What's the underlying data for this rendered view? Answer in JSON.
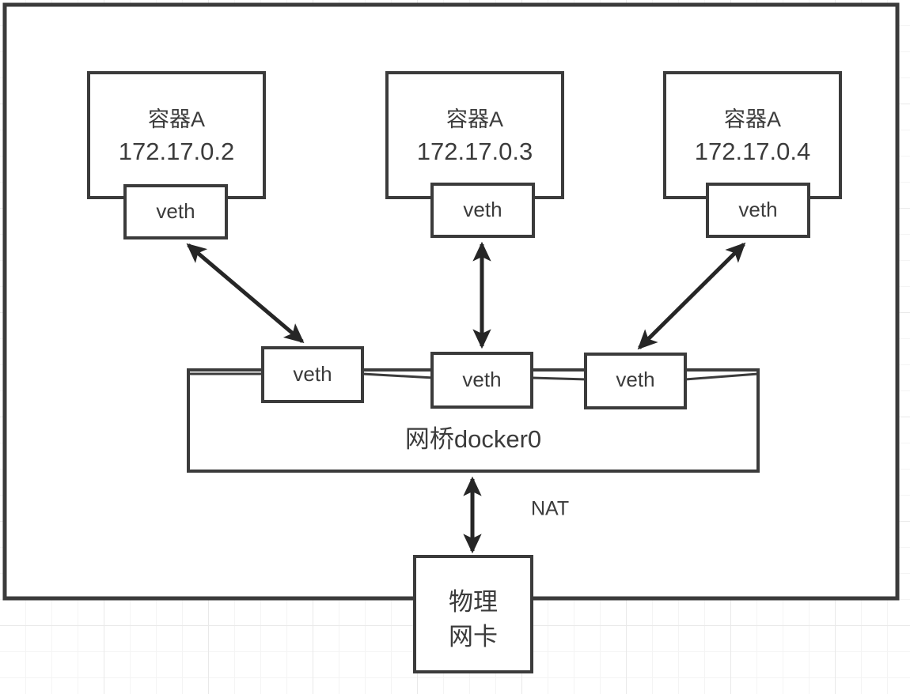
{
  "diagram": {
    "title_visible": false,
    "outer_boundary": {
      "name": "host-machine-boundary",
      "label": ""
    },
    "containers": [
      {
        "name": "container-1",
        "title": "容器A",
        "ip": "172.17.0.2",
        "veth_label": "veth"
      },
      {
        "name": "container-2",
        "title": "容器A",
        "ip": "172.17.0.3",
        "veth_label": "veth"
      },
      {
        "name": "container-3",
        "title": "容器A",
        "ip": "172.17.0.4",
        "veth_label": "veth"
      }
    ],
    "bridge": {
      "label": "网桥docker0",
      "veths": [
        {
          "label": "veth"
        },
        {
          "label": "veth"
        },
        {
          "label": "veth"
        }
      ]
    },
    "nat_label": "NAT",
    "physical_nic": {
      "line1": "物理",
      "line2": "网卡",
      "label": "物理网卡"
    },
    "colors": {
      "stroke": "#3b3b3b",
      "arrow": "#262626",
      "text": "#3b3b3b",
      "background": "#ffffff",
      "grid_minor": "#f4f4f4",
      "grid_major": "#e9e9e9"
    }
  }
}
